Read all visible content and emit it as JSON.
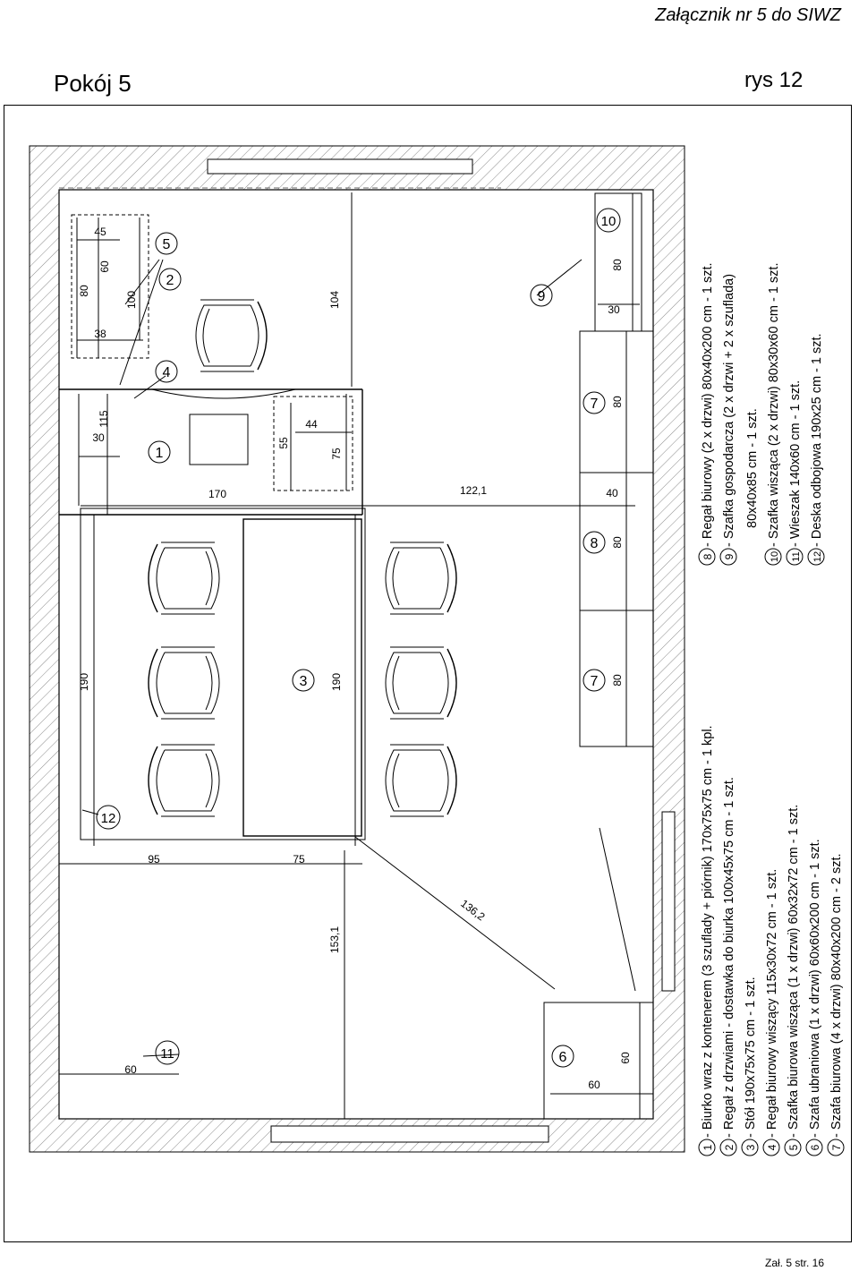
{
  "header": {
    "attachment": "Załącznik nr 5 do SIWZ"
  },
  "page": {
    "room": "Pokój 5",
    "figure": "rys 12",
    "footer": "Zał. 5  str. 16"
  },
  "markers": {
    "m1": "1",
    "m2": "2",
    "m3": "3",
    "m4": "4",
    "m5": "5",
    "m6": "6",
    "m7a": "7",
    "m7b": "7",
    "m8": "8",
    "m9": "9",
    "m10": "10",
    "m11": "11",
    "m12": "12"
  },
  "dims": {
    "d80a": "80",
    "d45": "45",
    "d60a": "60",
    "d100": "100",
    "d38": "38",
    "d30a": "30",
    "d115": "115",
    "d104": "104",
    "d44": "44",
    "d55": "55",
    "d75a": "75",
    "d170": "170",
    "d122": "122,1",
    "d40": "40",
    "d30b": "30",
    "d80b": "80",
    "d80c": "80",
    "d80d": "80",
    "d80e": "80",
    "d190a": "190",
    "d190b": "190",
    "d95": "95",
    "d75b": "75",
    "d153": "153,1",
    "d136": "136,2",
    "d60b": "60",
    "d60c": "60",
    "d60d": "60"
  },
  "legend": [
    {
      "num": "1",
      "text": " - Biurko wraz z kontenerem (3 szuflady + piórnik) 170x75x75 cm - 1 kpl."
    },
    {
      "num": "2",
      "text": " - Regał z drzwiami - dostawka do biurka 100x45x75 cm  - 1 szt."
    },
    {
      "num": "3",
      "text": " - Stół 190x75x75 cm  - 1 szt."
    },
    {
      "num": "4",
      "text": " - Regał biurowy wiszący 115x30x72 cm  - 1 szt."
    },
    {
      "num": "5",
      "text": " - Szafka biurowa wisząca (1 x drzwi) 60x32x72 cm  - 1 szt."
    },
    {
      "num": "6",
      "text": " - Szafa ubraniowa (1 x drzwi) 60x60x200 cm  - 1 szt."
    },
    {
      "num": "7",
      "text": " - Szafa biurowa (4 x drzwi) 80x40x200 cm  - 2 szt."
    },
    {
      "num": "8",
      "text": " - Regał biurowy (2 x drzwi) 80x40x200 cm  - 1 szt."
    },
    {
      "num": "9",
      "text": " - Szafka gospodarcza (2 x drzwi + 2 x szuflada)"
    },
    {
      "num": "",
      "text": "80x40x85 cm  - 1 szt."
    },
    {
      "num": "10",
      "text": " - Szafka wisząca (2 x drzwi) 80x30x60 cm  - 1 szt."
    },
    {
      "num": "11",
      "text": " - Wieszak 140x60 cm  - 1 szt."
    },
    {
      "num": "12",
      "text": " - Deska odbojowa 190x25 cm  - 1 szt."
    }
  ]
}
